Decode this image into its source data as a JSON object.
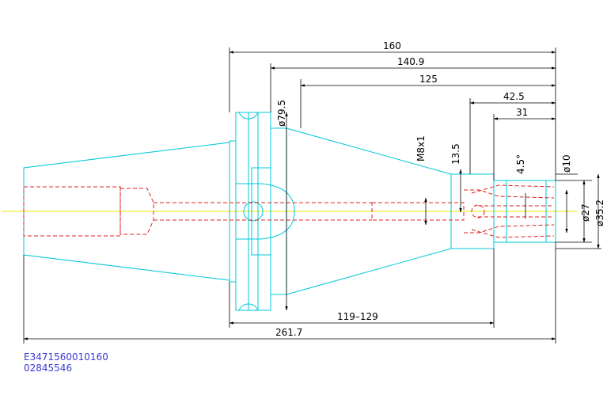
{
  "drawing": {
    "dimensions": {
      "overall_160": "160",
      "length_140_9": "140.9",
      "length_125": "125",
      "length_42_5": "42.5",
      "length_31": "31",
      "dia_79_5": "ø79.5",
      "thread_m8": "M8x1",
      "length_13_5": "13.5",
      "angle_4_5": "4.5°",
      "dia_10": "ø10",
      "dia_27": "ø27",
      "dia_35_2": "ø35.2",
      "range_119_129": "119–129",
      "overall_261_7": "261.7"
    },
    "colors": {
      "outline": "#00c8d8",
      "hidden": "#e02020",
      "dimension": "#000000",
      "centerline": "#e8e800",
      "id_text": "#3a3ad8"
    }
  },
  "part_info": {
    "code_1": "E3471560010160",
    "code_2": "02845546"
  }
}
